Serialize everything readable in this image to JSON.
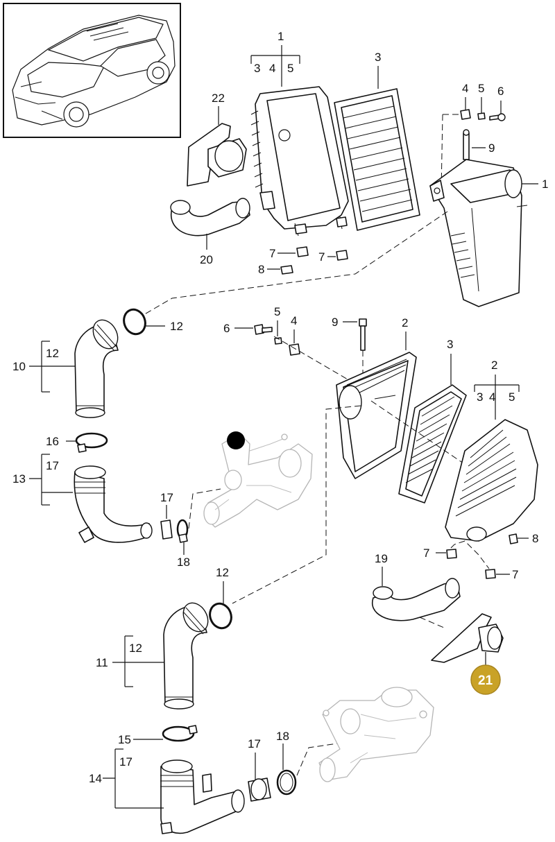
{
  "callouts": {
    "c1_top": "1",
    "c3_top": "3",
    "c4_top": "4",
    "c5_top": "5",
    "c3_top_filter": "3",
    "c4_right": "4",
    "c5_right": "5",
    "c6_right": "6",
    "c9_right": "9",
    "c1_right": "1",
    "c22": "22",
    "c20": "20",
    "c7_a": "7",
    "c8_a": "8",
    "c7_b": "7",
    "c12_a": "12",
    "c10": "10",
    "c12_b": "12",
    "c16": "16",
    "c13": "13",
    "c17_a": "17",
    "c17_b": "17",
    "c18_a": "18",
    "c6_mid": "6",
    "c5_mid": "5",
    "c4_mid": "4",
    "c9_mid": "9",
    "c2_mid": "2",
    "c3_mid": "3",
    "c2_right": "2",
    "c3_right": "3",
    "c4_right2": "4",
    "c5_right2": "5",
    "c8_b": "8",
    "c7_c": "7",
    "c7_d": "7",
    "c19": "19",
    "c12_c": "12",
    "c11": "11",
    "c12_d": "12",
    "c15": "15",
    "c14": "14",
    "c17_c": "17",
    "c17_d": "17",
    "c18_b": "18"
  },
  "highlight": {
    "label": "21",
    "color": "#c9a227"
  },
  "colors": {
    "line": "#111111",
    "ghost": "#b5b5b5",
    "background": "#ffffff"
  }
}
